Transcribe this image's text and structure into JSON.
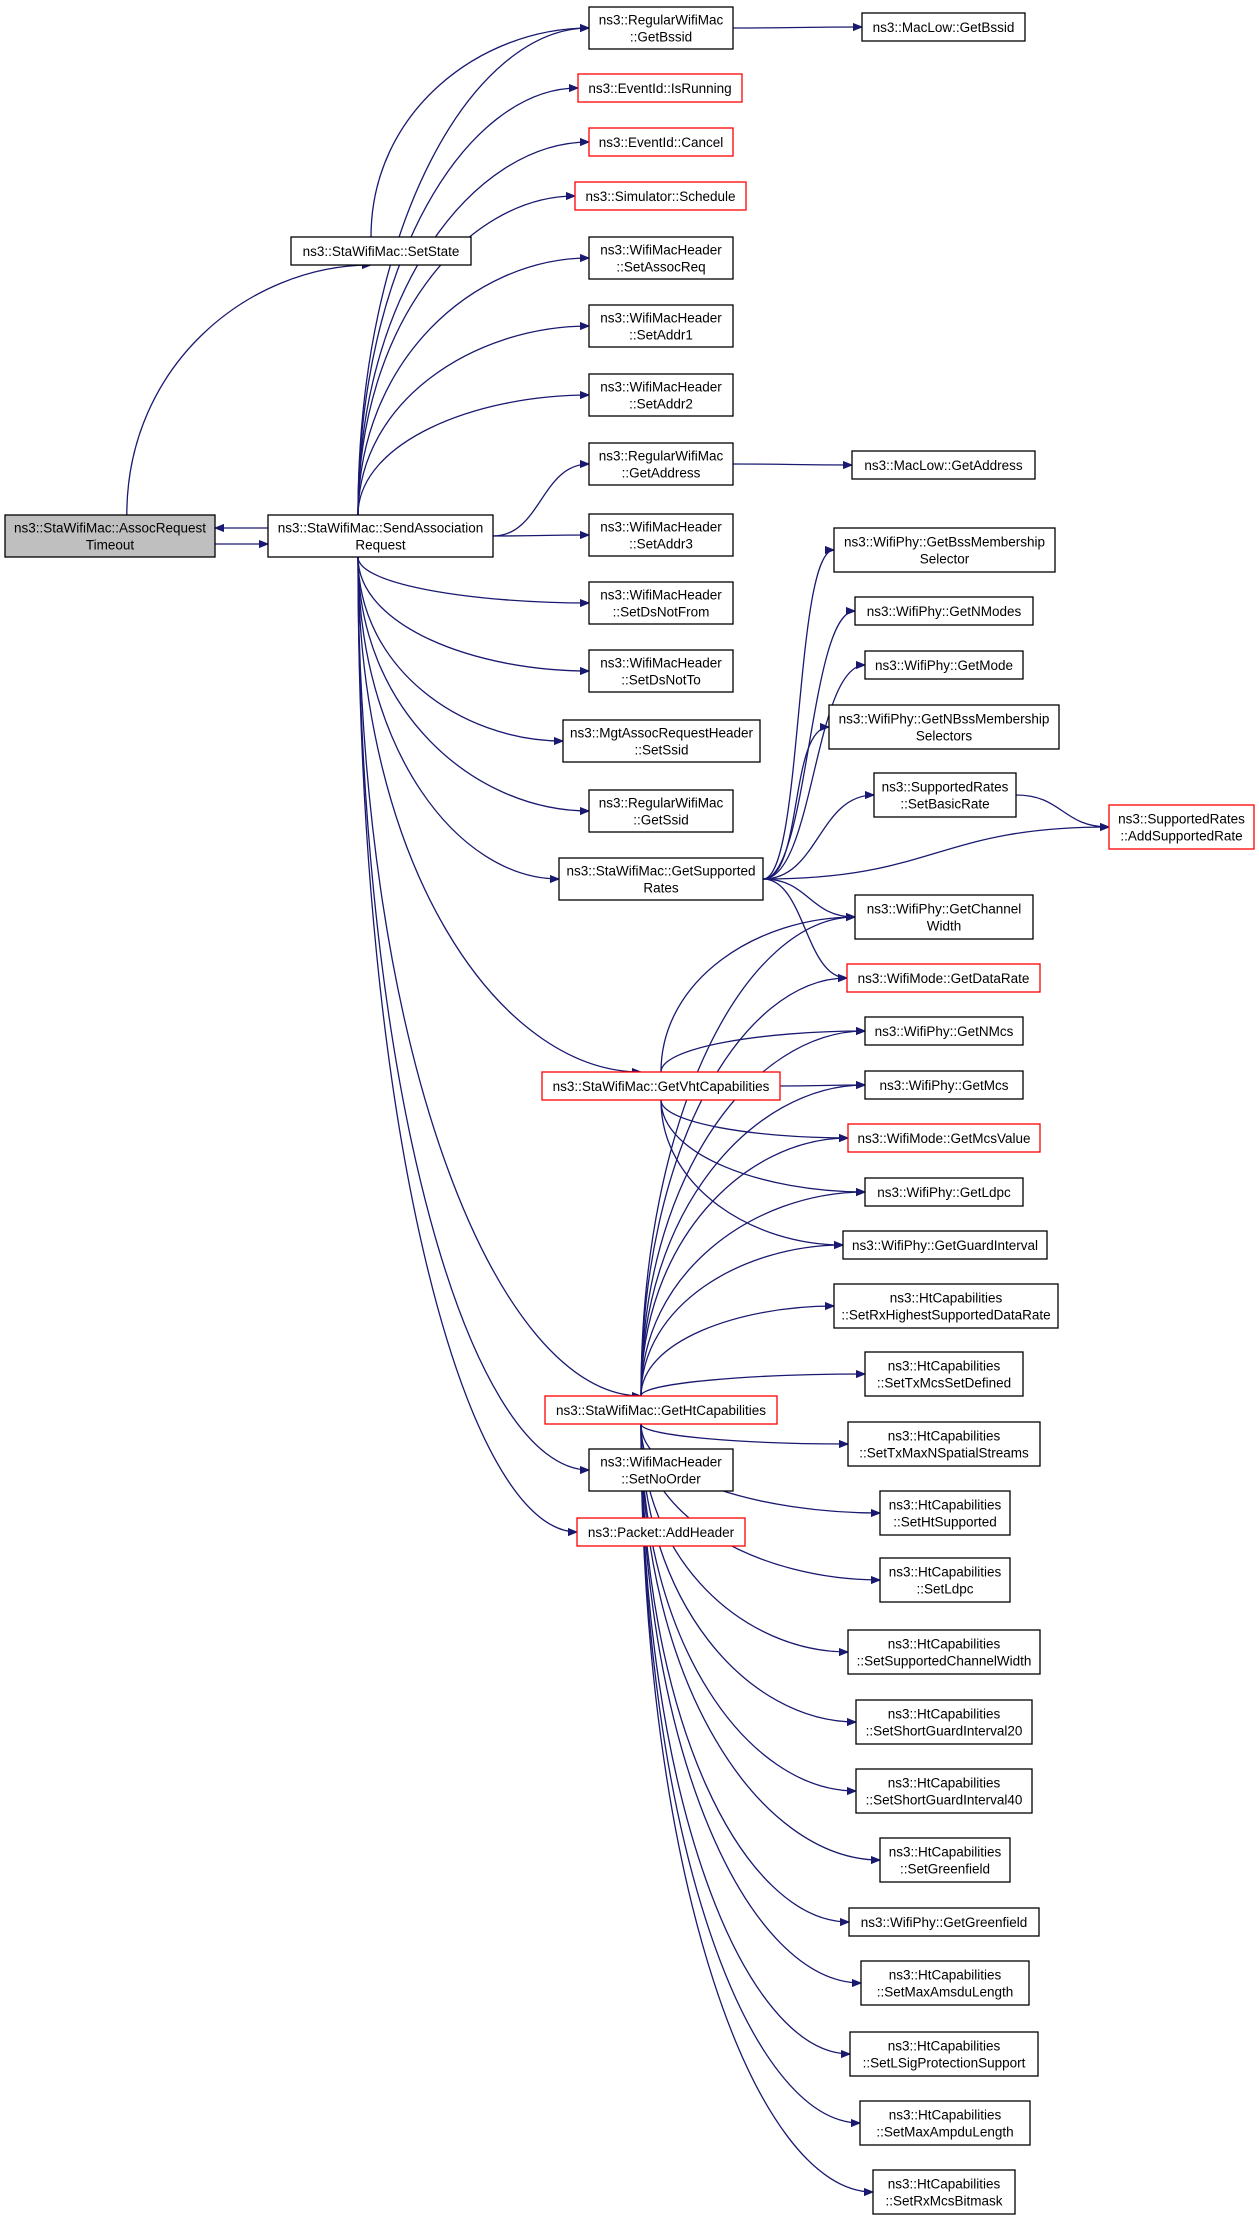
{
  "colors": {
    "edge": "#191970",
    "node_fill": "#ffffff",
    "node_border": "#000000",
    "node_border_external": "#ff0000",
    "root_fill": "#bfbfbf"
  },
  "nodes": [
    {
      "id": "root",
      "lines": [
        "ns3::StaWifiMac::AssocRequest",
        "Timeout"
      ],
      "style": "root"
    },
    {
      "id": "setstate",
      "lines": [
        "ns3::StaWifiMac::SetState"
      ],
      "style": "normal"
    },
    {
      "id": "sendassoc",
      "lines": [
        "ns3::StaWifiMac::SendAssociation",
        "Request"
      ],
      "style": "normal"
    },
    {
      "id": "getbssid",
      "lines": [
        "ns3::RegularWifiMac",
        "::GetBssid"
      ],
      "style": "normal"
    },
    {
      "id": "maclow_getbssid",
      "lines": [
        "ns3::MacLow::GetBssid"
      ],
      "style": "normal"
    },
    {
      "id": "isrunning",
      "lines": [
        "ns3::EventId::IsRunning"
      ],
      "style": "external"
    },
    {
      "id": "cancel",
      "lines": [
        "ns3::EventId::Cancel"
      ],
      "style": "external"
    },
    {
      "id": "schedule",
      "lines": [
        "ns3::Simulator::Schedule"
      ],
      "style": "external"
    },
    {
      "id": "setassocreq",
      "lines": [
        "ns3::WifiMacHeader",
        "::SetAssocReq"
      ],
      "style": "normal"
    },
    {
      "id": "setaddr1",
      "lines": [
        "ns3::WifiMacHeader",
        "::SetAddr1"
      ],
      "style": "normal"
    },
    {
      "id": "setaddr2",
      "lines": [
        "ns3::WifiMacHeader",
        "::SetAddr2"
      ],
      "style": "normal"
    },
    {
      "id": "getaddress",
      "lines": [
        "ns3::RegularWifiMac",
        "::GetAddress"
      ],
      "style": "normal"
    },
    {
      "id": "maclow_getaddress",
      "lines": [
        "ns3::MacLow::GetAddress"
      ],
      "style": "normal"
    },
    {
      "id": "setaddr3",
      "lines": [
        "ns3::WifiMacHeader",
        "::SetAddr3"
      ],
      "style": "normal"
    },
    {
      "id": "setdsnotfrom",
      "lines": [
        "ns3::WifiMacHeader",
        "::SetDsNotFrom"
      ],
      "style": "normal"
    },
    {
      "id": "setdsnotto",
      "lines": [
        "ns3::WifiMacHeader",
        "::SetDsNotTo"
      ],
      "style": "normal"
    },
    {
      "id": "setssid",
      "lines": [
        "ns3::MgtAssocRequestHeader",
        "::SetSsid"
      ],
      "style": "normal"
    },
    {
      "id": "getssid",
      "lines": [
        "ns3::RegularWifiMac",
        "::GetSsid"
      ],
      "style": "normal"
    },
    {
      "id": "getsuprates",
      "lines": [
        "ns3::StaWifiMac::GetSupported",
        "Rates"
      ],
      "style": "normal"
    },
    {
      "id": "getbssmembership",
      "lines": [
        "ns3::WifiPhy::GetBssMembership",
        "Selector"
      ],
      "style": "normal"
    },
    {
      "id": "getnmodes",
      "lines": [
        "ns3::WifiPhy::GetNModes"
      ],
      "style": "normal"
    },
    {
      "id": "getmode",
      "lines": [
        "ns3::WifiPhy::GetMode"
      ],
      "style": "normal"
    },
    {
      "id": "getnbssmembership",
      "lines": [
        "ns3::WifiPhy::GetNBssMembership",
        "Selectors"
      ],
      "style": "normal"
    },
    {
      "id": "setbasicrate",
      "lines": [
        "ns3::SupportedRates",
        "::SetBasicRate"
      ],
      "style": "normal"
    },
    {
      "id": "addsuprate",
      "lines": [
        "ns3::SupportedRates",
        "::AddSupportedRate"
      ],
      "style": "external"
    },
    {
      "id": "getchwidth",
      "lines": [
        "ns3::WifiPhy::GetChannel",
        "Width"
      ],
      "style": "normal"
    },
    {
      "id": "getdatarate",
      "lines": [
        "ns3::WifiMode::GetDataRate"
      ],
      "style": "external"
    },
    {
      "id": "getvht",
      "lines": [
        "ns3::StaWifiMac::GetVhtCapabilities"
      ],
      "style": "external"
    },
    {
      "id": "getnmcs",
      "lines": [
        "ns3::WifiPhy::GetNMcs"
      ],
      "style": "normal"
    },
    {
      "id": "getmcs",
      "lines": [
        "ns3::WifiPhy::GetMcs"
      ],
      "style": "normal"
    },
    {
      "id": "getmcsvalue",
      "lines": [
        "ns3::WifiMode::GetMcsValue"
      ],
      "style": "external"
    },
    {
      "id": "getldpc",
      "lines": [
        "ns3::WifiPhy::GetLdpc"
      ],
      "style": "normal"
    },
    {
      "id": "getguard",
      "lines": [
        "ns3::WifiPhy::GetGuardInterval"
      ],
      "style": "normal"
    },
    {
      "id": "setrxhighest",
      "lines": [
        "ns3::HtCapabilities",
        "::SetRxHighestSupportedDataRate"
      ],
      "style": "normal"
    },
    {
      "id": "gethtcap",
      "lines": [
        "ns3::StaWifiMac::GetHtCapabilities"
      ],
      "style": "external"
    },
    {
      "id": "settxmcsset",
      "lines": [
        "ns3::HtCapabilities",
        "::SetTxMcsSetDefined"
      ],
      "style": "normal"
    },
    {
      "id": "settxmaxnss",
      "lines": [
        "ns3::HtCapabilities",
        "::SetTxMaxNSpatialStreams"
      ],
      "style": "normal"
    },
    {
      "id": "setnoorder",
      "lines": [
        "ns3::WifiMacHeader",
        "::SetNoOrder"
      ],
      "style": "normal"
    },
    {
      "id": "sethtsupported",
      "lines": [
        "ns3::HtCapabilities",
        "::SetHtSupported"
      ],
      "style": "normal"
    },
    {
      "id": "addheader",
      "lines": [
        "ns3::Packet::AddHeader"
      ],
      "style": "external"
    },
    {
      "id": "setldpc",
      "lines": [
        "ns3::HtCapabilities",
        "::SetLdpc"
      ],
      "style": "normal"
    },
    {
      "id": "setsupchwidth",
      "lines": [
        "ns3::HtCapabilities",
        "::SetSupportedChannelWidth"
      ],
      "style": "normal"
    },
    {
      "id": "setsgi20",
      "lines": [
        "ns3::HtCapabilities",
        "::SetShortGuardInterval20"
      ],
      "style": "normal"
    },
    {
      "id": "setsgi40",
      "lines": [
        "ns3::HtCapabilities",
        "::SetShortGuardInterval40"
      ],
      "style": "normal"
    },
    {
      "id": "setgreenfield",
      "lines": [
        "ns3::HtCapabilities",
        "::SetGreenfield"
      ],
      "style": "normal"
    },
    {
      "id": "getgreenfield",
      "lines": [
        "ns3::WifiPhy::GetGreenfield"
      ],
      "style": "normal"
    },
    {
      "id": "setmaxamsdu",
      "lines": [
        "ns3::HtCapabilities",
        "::SetMaxAmsduLength"
      ],
      "style": "normal"
    },
    {
      "id": "setlsig",
      "lines": [
        "ns3::HtCapabilities",
        "::SetLSigProtectionSupport"
      ],
      "style": "normal"
    },
    {
      "id": "setmaxampdu",
      "lines": [
        "ns3::HtCapabilities",
        "::SetMaxAmpduLength"
      ],
      "style": "normal"
    },
    {
      "id": "setrxmcsbitmask",
      "lines": [
        "ns3::HtCapabilities",
        "::SetRxMcsBitmask"
      ],
      "style": "normal"
    }
  ],
  "edges": [
    [
      "root",
      "setstate"
    ],
    [
      "root",
      "sendassoc"
    ],
    [
      "sendassoc",
      "root"
    ],
    [
      "setstate",
      "getbssid"
    ],
    [
      "getbssid",
      "maclow_getbssid"
    ],
    [
      "sendassoc",
      "getbssid"
    ],
    [
      "sendassoc",
      "isrunning"
    ],
    [
      "sendassoc",
      "cancel"
    ],
    [
      "sendassoc",
      "schedule"
    ],
    [
      "sendassoc",
      "setassocreq"
    ],
    [
      "sendassoc",
      "setaddr1"
    ],
    [
      "sendassoc",
      "setaddr2"
    ],
    [
      "sendassoc",
      "getaddress"
    ],
    [
      "getaddress",
      "maclow_getaddress"
    ],
    [
      "sendassoc",
      "setaddr3"
    ],
    [
      "sendassoc",
      "setdsnotfrom"
    ],
    [
      "sendassoc",
      "setdsnotto"
    ],
    [
      "sendassoc",
      "setssid"
    ],
    [
      "sendassoc",
      "getssid"
    ],
    [
      "sendassoc",
      "getsuprates"
    ],
    [
      "sendassoc",
      "getvht"
    ],
    [
      "sendassoc",
      "gethtcap"
    ],
    [
      "sendassoc",
      "setnoorder"
    ],
    [
      "sendassoc",
      "addheader"
    ],
    [
      "getsuprates",
      "getbssmembership"
    ],
    [
      "getsuprates",
      "getnmodes"
    ],
    [
      "getsuprates",
      "getmode"
    ],
    [
      "getsuprates",
      "getnbssmembership"
    ],
    [
      "getsuprates",
      "setbasicrate"
    ],
    [
      "getsuprates",
      "addsuprate"
    ],
    [
      "setbasicrate",
      "addsuprate"
    ],
    [
      "getsuprates",
      "getchwidth"
    ],
    [
      "getsuprates",
      "getdatarate"
    ],
    [
      "getvht",
      "getchwidth"
    ],
    [
      "getvht",
      "getnmcs"
    ],
    [
      "getvht",
      "getmcs"
    ],
    [
      "getvht",
      "getmcsvalue"
    ],
    [
      "getvht",
      "getldpc"
    ],
    [
      "getvht",
      "getguard"
    ],
    [
      "gethtcap",
      "getchwidth"
    ],
    [
      "gethtcap",
      "getdatarate"
    ],
    [
      "gethtcap",
      "getnmcs"
    ],
    [
      "gethtcap",
      "getmcs"
    ],
    [
      "gethtcap",
      "getmcsvalue"
    ],
    [
      "gethtcap",
      "getldpc"
    ],
    [
      "gethtcap",
      "getguard"
    ],
    [
      "gethtcap",
      "setrxhighest"
    ],
    [
      "gethtcap",
      "settxmcsset"
    ],
    [
      "gethtcap",
      "settxmaxnss"
    ],
    [
      "gethtcap",
      "sethtsupported"
    ],
    [
      "gethtcap",
      "setldpc"
    ],
    [
      "gethtcap",
      "setsupchwidth"
    ],
    [
      "gethtcap",
      "setsgi20"
    ],
    [
      "gethtcap",
      "setsgi40"
    ],
    [
      "gethtcap",
      "setgreenfield"
    ],
    [
      "gethtcap",
      "getgreenfield"
    ],
    [
      "gethtcap",
      "setmaxamsdu"
    ],
    [
      "gethtcap",
      "setlsig"
    ],
    [
      "gethtcap",
      "setmaxampdu"
    ],
    [
      "gethtcap",
      "setrxmcsbitmask"
    ]
  ]
}
